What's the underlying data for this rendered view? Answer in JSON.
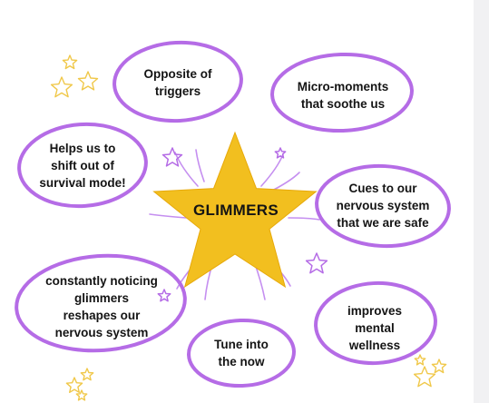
{
  "center": {
    "label": "GLIMMERS"
  },
  "bubbles": [
    {
      "text": "Opposite of\ntriggers"
    },
    {
      "text": "Micro-moments\nthat soothe us"
    },
    {
      "text": "Helps us to\nshift out of\nsurvival mode!"
    },
    {
      "text": "Cues to our\nnervous system\nthat we are safe"
    },
    {
      "text": "constantly noticing\nglimmers\nreshapes our\nnervous system"
    },
    {
      "text": "improves\nmental\nwellness"
    },
    {
      "text": "Tune into\nthe now"
    }
  ],
  "colors": {
    "bubble_outline": "#b56ce6",
    "star_fill": "#f2bf1f",
    "rays": "#c58ff0",
    "sparkle": "#f0c84a",
    "text": "#141414"
  }
}
